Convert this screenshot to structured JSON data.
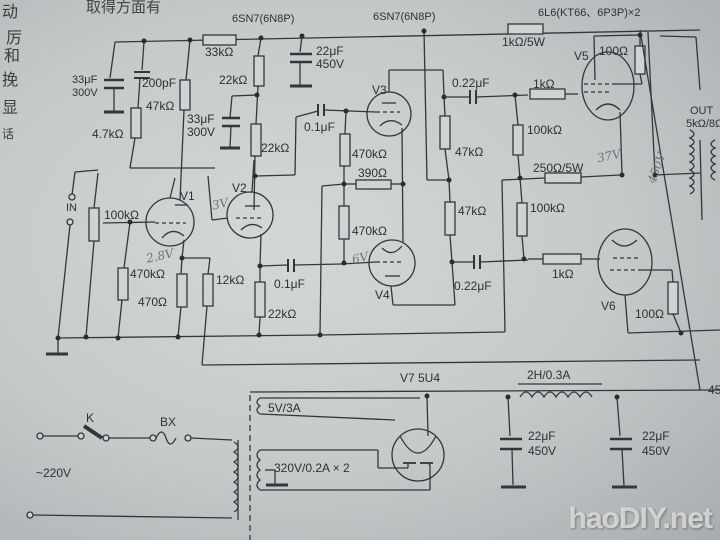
{
  "side_text": [
    "动",
    "厉",
    "和",
    "挽",
    "显",
    "话"
  ],
  "heading_fragment": "取得方面有",
  "tubes": {
    "driver_type_left": "6SN7(6N8P)",
    "driver_type_right": "6SN7(6N8P)",
    "output_type": "6L6(KT66、6P3P)×2",
    "rectifier": "V7 5U4",
    "v1": "V1",
    "v2": "V2",
    "v3": "V3",
    "v4": "V4",
    "v5": "V5",
    "v6": "V6"
  },
  "components": {
    "r_33k": "33kΩ",
    "c_22u_top": "22μF",
    "c_22u_top_v": "450V",
    "c_33u_left": "33μF",
    "c_33u_left_v": "300V",
    "c_200p": "200pF",
    "r_47k_left": "47kΩ",
    "r_4k7": "4.7kΩ",
    "r_22k_a": "22kΩ",
    "c_33u_mid": "33μF",
    "c_33u_mid_v": "300V",
    "r_22k_b": "22kΩ",
    "c_0u1_top": "0.1μF",
    "r_470k_top": "470kΩ",
    "r_390": "390Ω",
    "r_470k_bot": "470kΩ",
    "c_0u22_top": "0.22μF",
    "r_47k_a": "47kΩ",
    "r_47k_b": "47kΩ",
    "c_0u22_bot": "0.22μF",
    "r_1k5w": "1kΩ/5W",
    "r_1k_top": "1kΩ",
    "r_100k_top": "100kΩ",
    "r_100_top": "100Ω",
    "r_250_5w": "250Ω/5W",
    "r_100k_bot": "100kΩ",
    "r_1k_bot": "1kΩ",
    "r_100_bot": "100Ω",
    "input": "IN",
    "pot_100k": "100kΩ",
    "r_470k_grid": "470kΩ",
    "r_470_cath": "470Ω",
    "r_12k": "12kΩ",
    "c_0u1_bot": "0.1μF",
    "r_22k_c": "22kΩ",
    "out_label": "OUT",
    "out_imp": "5kΩ/8Ω",
    "hv_node": "45"
  },
  "power": {
    "switch": "K",
    "fuse": "BX",
    "mains": "~220V",
    "fil_winding": "5V/3A",
    "hv_winding": "320V/0.2A × 2",
    "choke": "2H/0.3A",
    "c1": "22μF",
    "c1_v": "450V",
    "c2": "22μF",
    "c2_v": "450V"
  },
  "annotations": {
    "v1_cathode": "2.8V",
    "v2_grid": "3V",
    "v4_grid": "6V",
    "screen": "37V",
    "b_plus": "450V"
  },
  "watermark": "haoDIY.net",
  "colors": {
    "ink": "#2e3133",
    "paper": "#c9cccd",
    "pencil": "#6f7478"
  }
}
